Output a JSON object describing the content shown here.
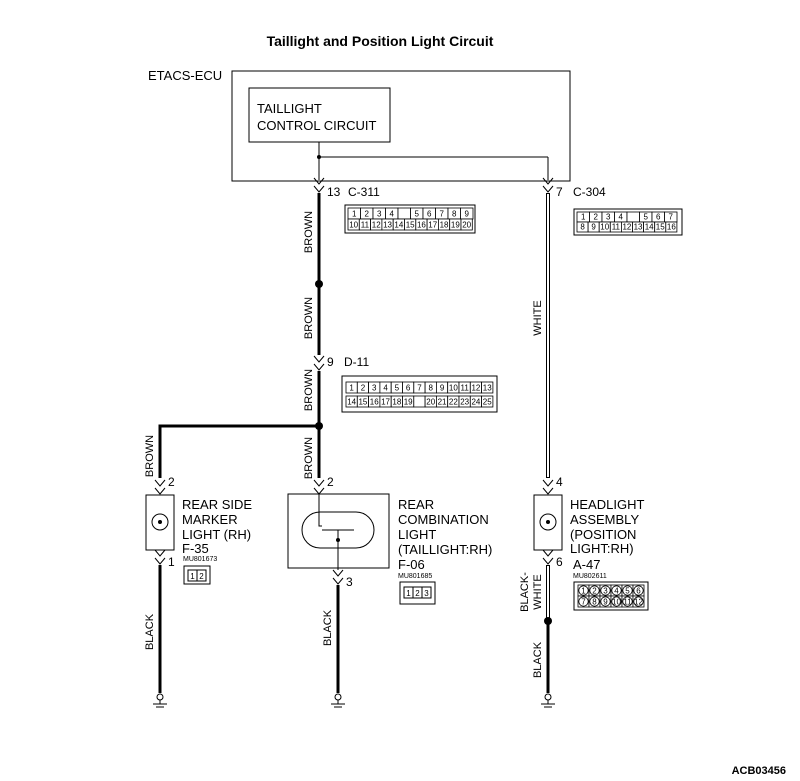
{
  "title": "Taillight and Position Light Circuit",
  "ecu": {
    "name": "ETACS-ECU",
    "circuit_line1": "TAILLIGHT",
    "circuit_line2": "CONTROL CIRCUIT"
  },
  "connectors": {
    "c311": {
      "pin": "13",
      "name": "C-311",
      "row1": [
        "1",
        "2",
        "3",
        "4",
        "",
        "5",
        "6",
        "7",
        "8",
        "9"
      ],
      "row2": [
        "10",
        "11",
        "12",
        "13",
        "14",
        "15",
        "16",
        "17",
        "18",
        "19",
        "20"
      ]
    },
    "c304": {
      "pin": "7",
      "name": "C-304",
      "row1": [
        "1",
        "2",
        "3",
        "4",
        "",
        "5",
        "6",
        "7"
      ],
      "row2": [
        "8",
        "9",
        "10",
        "11",
        "12",
        "13",
        "14",
        "15",
        "16"
      ]
    },
    "d11": {
      "pin": "9",
      "name": "D-11",
      "row1": [
        "1",
        "2",
        "3",
        "4",
        "5",
        "6",
        "7",
        "8",
        "9",
        "10",
        "11",
        "12",
        "13"
      ],
      "row2": [
        "14",
        "15",
        "16",
        "17",
        "18",
        "19",
        "",
        "20",
        "21",
        "22",
        "23",
        "24",
        "25"
      ]
    },
    "f35": {
      "pin_top": "2",
      "pin_bottom": "1",
      "name": "F-35",
      "part": "MU801673",
      "cells": [
        "1",
        "2"
      ]
    },
    "f06": {
      "pin_top": "2",
      "pin_bottom": "3",
      "name": "F-06",
      "part": "MU801685",
      "cells": [
        "1",
        "2",
        "3"
      ]
    },
    "a47": {
      "pin_top": "4",
      "pin_bottom": "6",
      "name": "A-47",
      "part": "MU802611",
      "row1": [
        "1",
        "2",
        "3",
        "4",
        "5",
        "6"
      ],
      "row2": [
        "7",
        "8",
        "9",
        "10",
        "11",
        "12"
      ]
    }
  },
  "wires": {
    "brown": "BROWN",
    "white": "WHITE",
    "black": "BLACK",
    "black_white_1": "BLACK-",
    "black_white_2": "WHITE"
  },
  "components": {
    "side_marker": [
      "REAR SIDE",
      "MARKER",
      "LIGHT (RH)"
    ],
    "combination": [
      "REAR",
      "COMBINATION",
      "LIGHT",
      "(TAILLIGHT:RH)"
    ],
    "headlight": [
      "HEADLIGHT",
      "ASSEMBLY",
      "(POSITION",
      " LIGHT:RH)"
    ]
  },
  "figure_code": "ACB03456"
}
